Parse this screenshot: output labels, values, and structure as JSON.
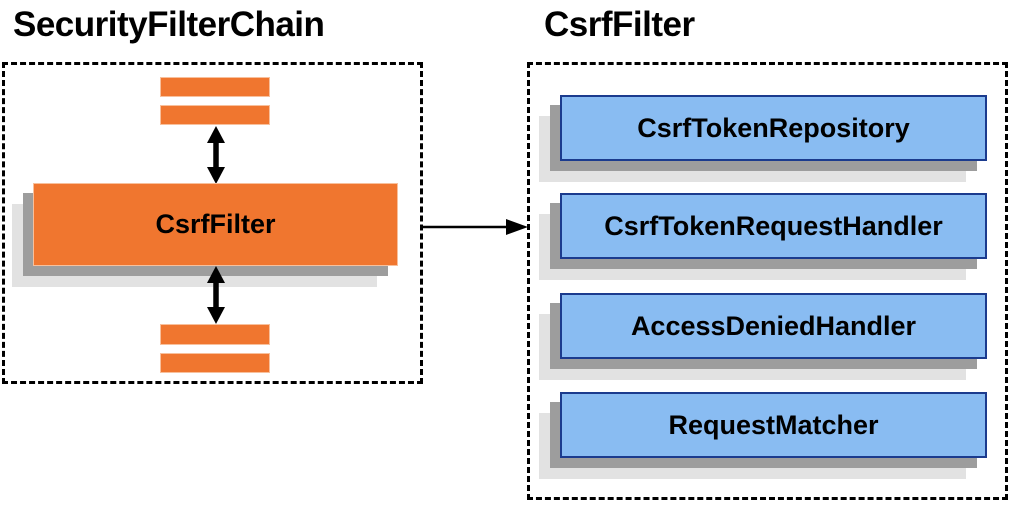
{
  "titles": {
    "left": "SecurityFilterChain",
    "right": "CsrfFilter"
  },
  "left_panel": {
    "filter_node_label": "CsrfFilter",
    "placeholder_bars_count": 4,
    "icons": {
      "top_connector": "double-headed-arrow",
      "bottom_connector": "double-headed-arrow"
    }
  },
  "flow": {
    "from": "CsrfFilter",
    "to": "CsrfFilter components",
    "icon": "right-arrow"
  },
  "right_panel": {
    "components": [
      {
        "label": "CsrfTokenRepository"
      },
      {
        "label": "CsrfTokenRequestHandler"
      },
      {
        "label": "AccessDeniedHandler"
      },
      {
        "label": "RequestMatcher"
      }
    ]
  },
  "colors": {
    "orange": "#F0762F",
    "orange_border": "#F8C09C",
    "blue": "#89BCF2",
    "blue_border": "#1B3B8E",
    "shadow_dark": "#9D9D9D",
    "shadow_light": "#E2E2E2",
    "arrow": "#000000"
  }
}
